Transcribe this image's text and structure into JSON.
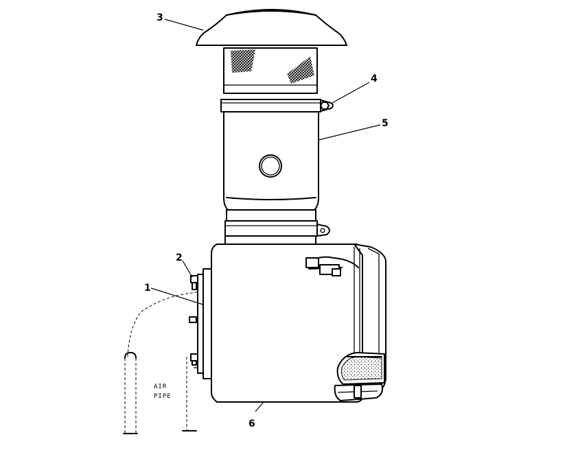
{
  "callouts": {
    "item_1": "1",
    "item_2": "2",
    "item_3": "3",
    "item_4": "4",
    "item_5": "5",
    "item_6": "6"
  },
  "labels": {
    "air_line1": "AIR",
    "air_line2": "PIPE"
  }
}
